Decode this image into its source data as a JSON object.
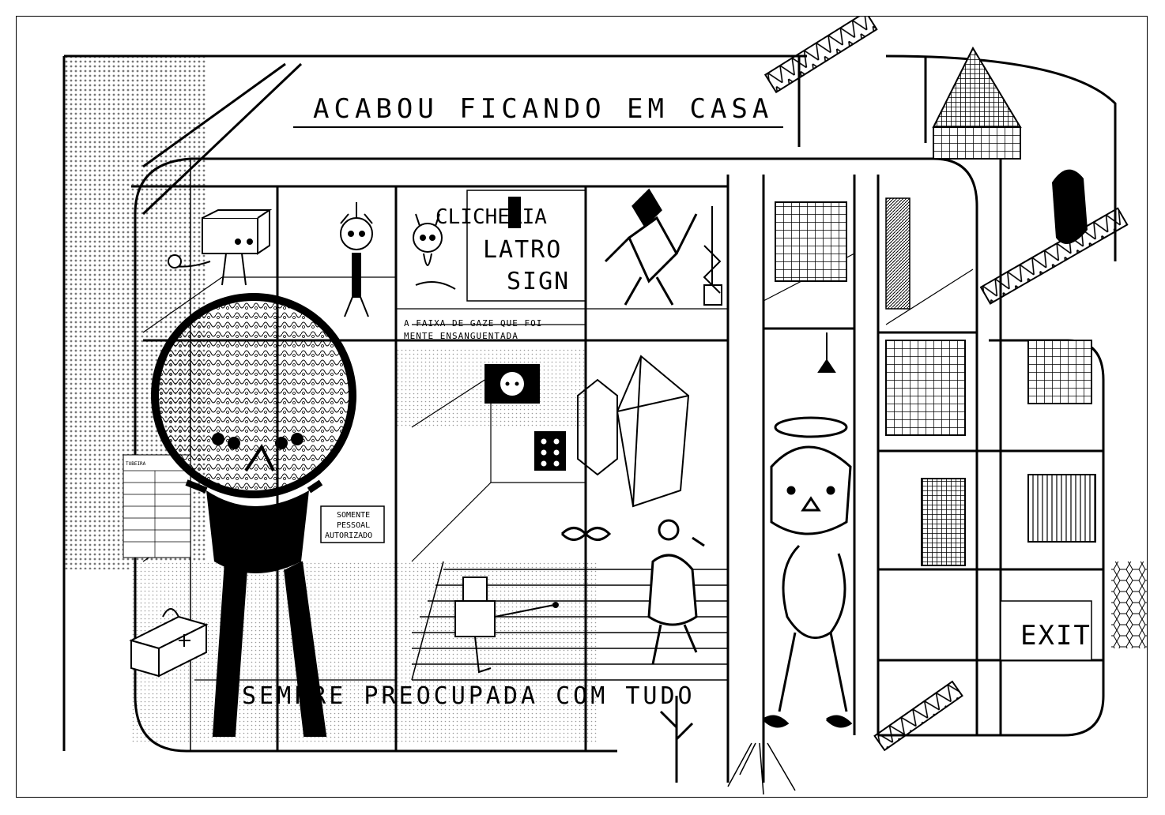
{
  "illustration": {
    "title_text": "ACABOU FICANDO EM CASA",
    "bottom_text": "SEMPRE PREOCUPADA COM TUDO",
    "shop_sign": {
      "line1": "CLICHERIA",
      "line2": "LATRO",
      "line3": "SIGN"
    },
    "caption": {
      "line1": "A FAIXA DE GAZE QUE FOI",
      "line2": "MENTE ENSANGUENTADA"
    },
    "notice": {
      "line1": "SOMENTE",
      "line2": "PESSOAL",
      "line3": "AUTORIZADO"
    },
    "form_label": "TUBEIRA",
    "exit_sign": "EXIT"
  },
  "colors": {
    "ink": "#000000",
    "paper": "#ffffff",
    "halftone": "#9a9a9a"
  }
}
